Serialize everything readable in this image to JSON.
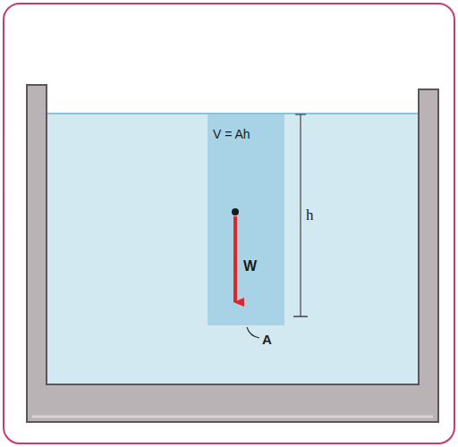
{
  "diagram": {
    "nodes": [
      {
        "text": [
          "V = Ah"
        ]
      }
    ],
    "labels": [
      "W",
      "h",
      "A"
    ]
  }
}
